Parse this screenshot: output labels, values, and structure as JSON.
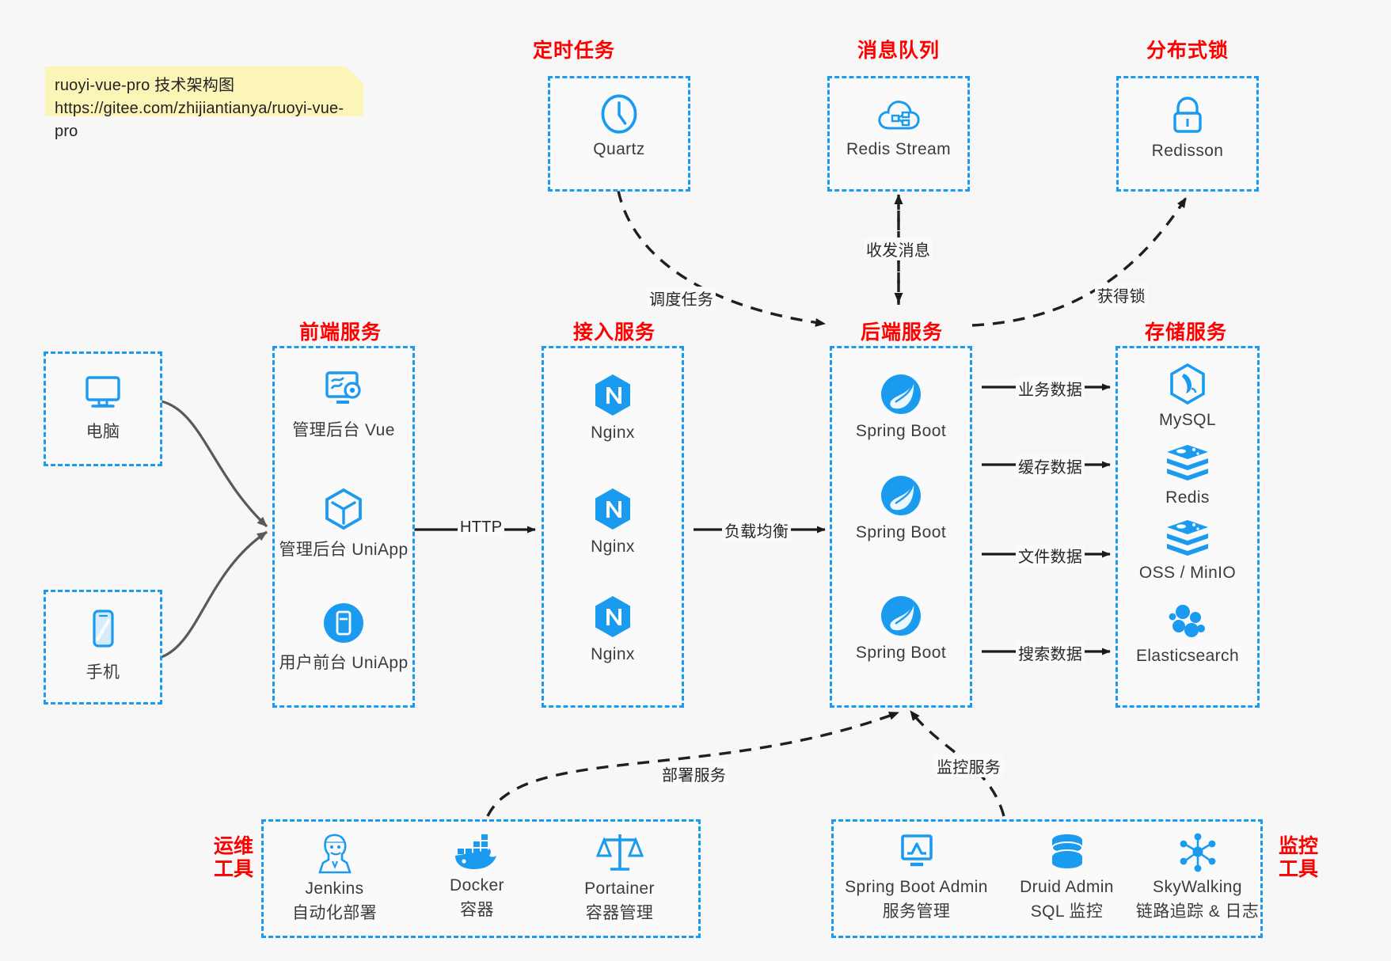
{
  "note": {
    "line1": "ruoyi-vue-pro 技术架构图",
    "line2": "https://gitee.com/zhijiantianya/ruoyi-vue-pro"
  },
  "colors": {
    "accent": "#1a9bf0",
    "title": "#ff0000",
    "arrow": "#1a1a1a",
    "curve": "#595959",
    "background": "#f7f7f7",
    "note_bg": "#fcf5b8"
  },
  "groups": {
    "scheduled_task": {
      "title": "定时任务"
    },
    "message_queue": {
      "title": "消息队列"
    },
    "distributed_lock": {
      "title": "分布式锁"
    },
    "frontend": {
      "title": "前端服务"
    },
    "gateway": {
      "title": "接入服务"
    },
    "backend": {
      "title": "后端服务"
    },
    "storage": {
      "title": "存储服务"
    },
    "devops": {
      "title_line1": "运维",
      "title_line2": "工具"
    },
    "monitor": {
      "title_line1": "监控",
      "title_line2": "工具"
    }
  },
  "clients": [
    {
      "label": "电脑",
      "icon": "desktop-computer-icon"
    },
    {
      "label": "手机",
      "icon": "mobile-phone-icon"
    }
  ],
  "scheduled_task_nodes": [
    {
      "label": "Quartz",
      "icon": "clock-icon"
    }
  ],
  "message_queue_nodes": [
    {
      "label": "Redis Stream",
      "icon": "cloud-stream-icon"
    }
  ],
  "distributed_lock_nodes": [
    {
      "label": "Redisson",
      "icon": "lock-icon"
    }
  ],
  "frontend_nodes": [
    {
      "label": "管理后台 Vue",
      "icon": "admin-dashboard-icon"
    },
    {
      "label": "管理后台 UniApp",
      "icon": "uniapp-cube-icon"
    },
    {
      "label": "用户前台 UniApp",
      "icon": "mobile-app-icon"
    }
  ],
  "gateway_nodes": [
    {
      "label": "Nginx",
      "icon": "nginx-icon"
    },
    {
      "label": "Nginx",
      "icon": "nginx-icon"
    },
    {
      "label": "Nginx",
      "icon": "nginx-icon"
    }
  ],
  "backend_nodes": [
    {
      "label": "Spring Boot",
      "icon": "spring-boot-icon"
    },
    {
      "label": "Spring Boot",
      "icon": "spring-boot-icon"
    },
    {
      "label": "Spring Boot",
      "icon": "spring-boot-icon"
    }
  ],
  "storage_nodes": [
    {
      "label": "MySQL",
      "icon": "mysql-icon"
    },
    {
      "label": "Redis",
      "icon": "redis-icon"
    },
    {
      "label": "OSS / MinIO",
      "icon": "oss-minio-icon"
    },
    {
      "label": "Elasticsearch",
      "icon": "elasticsearch-icon"
    }
  ],
  "devops_nodes": [
    {
      "label": "Jenkins",
      "sublabel": "自动化部署",
      "icon": "jenkins-butler-icon"
    },
    {
      "label": "Docker",
      "sublabel": "容器",
      "icon": "docker-whale-icon"
    },
    {
      "label": "Portainer",
      "sublabel": "容器管理",
      "icon": "portainer-scale-icon"
    }
  ],
  "monitor_nodes": [
    {
      "label": "Spring Boot Admin",
      "sublabel": "服务管理",
      "icon": "monitor-chart-icon"
    },
    {
      "label": "Druid Admin",
      "sublabel": "SQL 监控",
      "icon": "database-stack-icon"
    },
    {
      "label": "SkyWalking",
      "sublabel": "链路追踪 & 日志",
      "icon": "skywalking-nodes-icon"
    }
  ],
  "edges": [
    {
      "id": "http",
      "label": "HTTP"
    },
    {
      "id": "load-balance",
      "label": "负载均衡"
    },
    {
      "id": "schedule",
      "label": "调度任务"
    },
    {
      "id": "messaging",
      "label": "收发消息"
    },
    {
      "id": "acquire-lock",
      "label": "获得锁"
    },
    {
      "id": "biz-data",
      "label": "业务数据"
    },
    {
      "id": "cache-data",
      "label": "缓存数据"
    },
    {
      "id": "file-data",
      "label": "文件数据"
    },
    {
      "id": "search-data",
      "label": "搜索数据"
    },
    {
      "id": "deploy",
      "label": "部署服务"
    },
    {
      "id": "monitoring",
      "label": "监控服务"
    }
  ]
}
